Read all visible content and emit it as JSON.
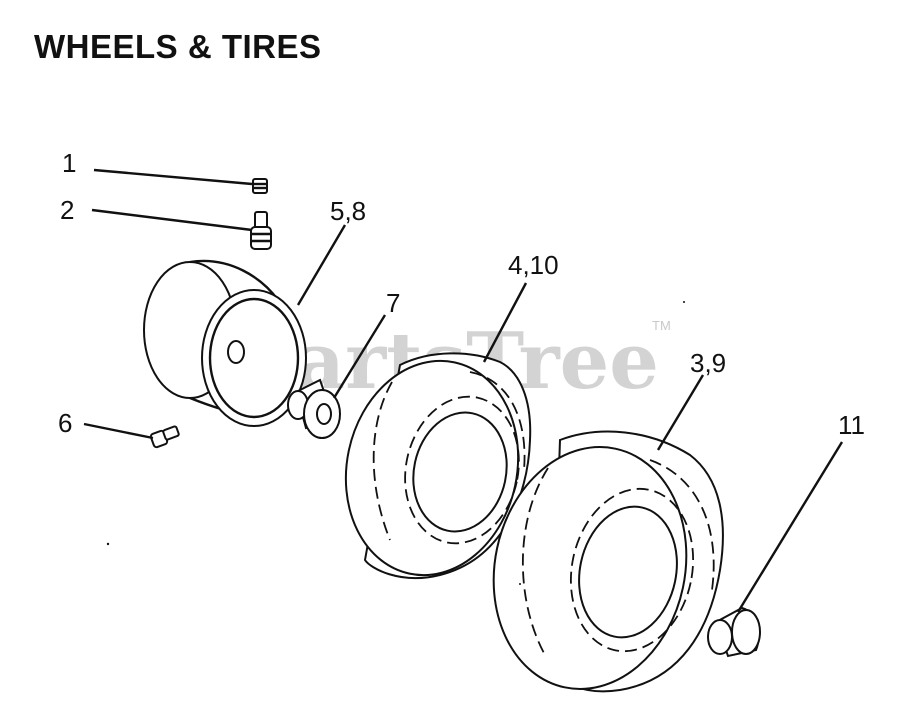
{
  "title": "WHEELS & TIRES",
  "watermark": "PartsTree",
  "trademark": "TM",
  "callouts": {
    "c1": "1",
    "c2": "2",
    "c58": "5,8",
    "c7": "7",
    "c410": "4,10",
    "c39": "3,9",
    "c6": "6",
    "c11": "11"
  }
}
